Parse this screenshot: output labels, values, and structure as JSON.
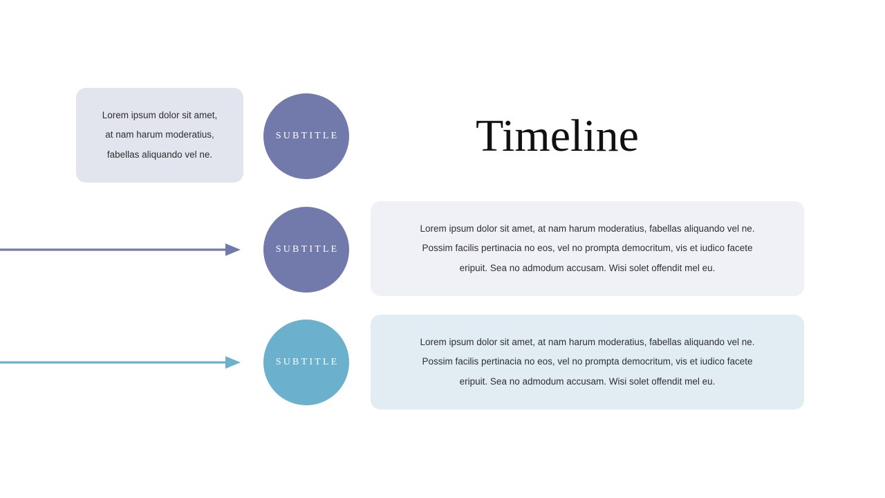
{
  "slide": {
    "title": "Timeline",
    "background_color": "#ffffff"
  },
  "palette": {
    "purple": "#7279ab",
    "teal": "#6bb0cd",
    "card_lavender": "#e2e4ee",
    "card_lavender_light": "#f0f1f6",
    "card_blue_light": "#e2edf3",
    "text": "#2e2e33",
    "title_text": "#111111",
    "circle_label_text": "#ffffff"
  },
  "rows": [
    {
      "id": "row-1",
      "circle": {
        "label": "SUBTITLE",
        "color": "#7279ab"
      },
      "card": {
        "color": "#e2e4ee",
        "lines": [
          "Lorem ipsum dolor sit amet,",
          "at nam harum moderatius,",
          "fabellas aliquando vel ne."
        ]
      },
      "arrow": null
    },
    {
      "id": "row-2",
      "circle": {
        "label": "SUBTITLE",
        "color": "#7279ab"
      },
      "card": {
        "color": "#f0f1f6",
        "lines": [
          "Lorem ipsum dolor sit amet, at nam harum moderatius, fabellas aliquando vel ne.",
          "Possim facilis pertinacia no eos, vel no prompta democritum, vis et iudico facete",
          "eripuit. Sea no admodum accusam. Wisi solet offendit mel eu."
        ]
      },
      "arrow": {
        "color": "#7279ab",
        "direction": "right"
      }
    },
    {
      "id": "row-3",
      "circle": {
        "label": "SUBTITLE",
        "color": "#6bb0cd"
      },
      "card": {
        "color": "#e2edf3",
        "lines": [
          "Lorem ipsum dolor sit amet, at nam harum moderatius, fabellas aliquando vel ne.",
          "Possim facilis pertinacia no eos, vel no prompta democritum, vis et iudico facete",
          "eripuit. Sea no admodum accusam. Wisi solet offendit mel eu."
        ]
      },
      "arrow": {
        "color": "#6bb0cd",
        "direction": "right"
      }
    }
  ]
}
